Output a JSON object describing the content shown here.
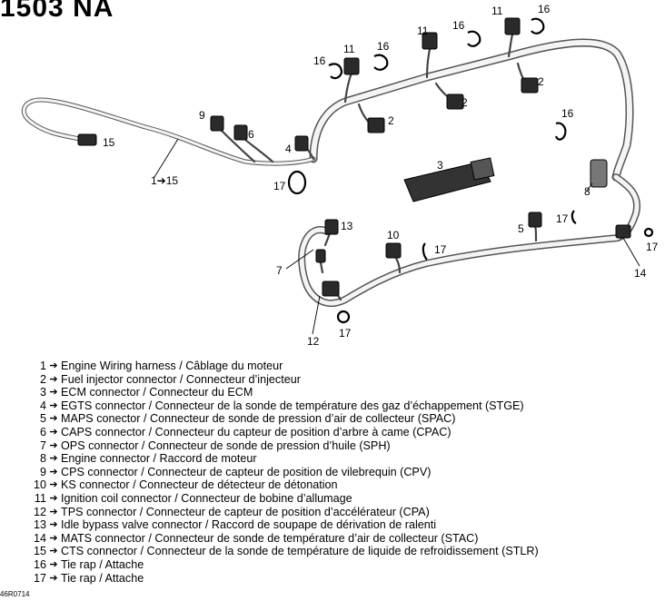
{
  "title": "1503 NA",
  "reference_code": "46R0714",
  "arrow_glyph": "➔",
  "diagram": {
    "callouts": [
      {
        "id": "c16a",
        "text": "16"
      },
      {
        "id": "c11a",
        "text": "11"
      },
      {
        "id": "c16b",
        "text": "16"
      },
      {
        "id": "c11b",
        "text": "11"
      },
      {
        "id": "c16c",
        "text": "16"
      },
      {
        "id": "c11c",
        "text": "11"
      },
      {
        "id": "c16d",
        "text": "16"
      },
      {
        "id": "c2a",
        "text": "2"
      },
      {
        "id": "c2b",
        "text": "2"
      },
      {
        "id": "c2c",
        "text": "2"
      },
      {
        "id": "c9",
        "text": "9"
      },
      {
        "id": "c6",
        "text": "6"
      },
      {
        "id": "c15",
        "text": "15"
      },
      {
        "id": "c4",
        "text": "4"
      },
      {
        "id": "c115",
        "text": "1➔15"
      },
      {
        "id": "c17a",
        "text": "17"
      },
      {
        "id": "c3",
        "text": "3"
      },
      {
        "id": "c16e",
        "text": "16"
      },
      {
        "id": "c8",
        "text": "8"
      },
      {
        "id": "c13",
        "text": "13"
      },
      {
        "id": "c10",
        "text": "10"
      },
      {
        "id": "c17b",
        "text": "17"
      },
      {
        "id": "c5",
        "text": "5"
      },
      {
        "id": "c17c",
        "text": "17"
      },
      {
        "id": "c7",
        "text": "7"
      },
      {
        "id": "c17d",
        "text": "17"
      },
      {
        "id": "c14",
        "text": "14"
      },
      {
        "id": "c12",
        "text": "12"
      },
      {
        "id": "c17e",
        "text": "17"
      }
    ]
  },
  "legend": [
    {
      "num": "1",
      "text": "Engine Wiring harness / Câblage du moteur"
    },
    {
      "num": "2",
      "text": "Fuel injector connector / Connecteur d’injecteur"
    },
    {
      "num": "3",
      "text": "ECM connector / Connecteur du ECM"
    },
    {
      "num": "4",
      "text": "EGTS connector / Connecteur de la sonde de température des gaz d’échappement (STGE)"
    },
    {
      "num": "5",
      "text": "MAPS conector / Connecteur de sonde de pression d’air de collecteur (SPAC)"
    },
    {
      "num": "6",
      "text": "CAPS connector / Connecteur du capteur de position d’arbre à came (CPAC)"
    },
    {
      "num": "7",
      "text": "OPS connector / Connecteur de sonde de pression d’huile (SPH)"
    },
    {
      "num": "8",
      "text": "Engine connector / Raccord de moteur"
    },
    {
      "num": "9",
      "text": "CPS connector / Connecteur de capteur de position de vilebrequin (CPV)"
    },
    {
      "num": "10",
      "text": "KS connector / Connecteur de détecteur de détonation"
    },
    {
      "num": "11",
      "text": "Ignition coil connector / Connecteur de bobine d’allumage"
    },
    {
      "num": "12",
      "text": "TPS connector / Connecteur de capteur de position d’accélérateur (CPA)"
    },
    {
      "num": "13",
      "text": "Idle bypass valve connector / Raccord de soupape de dérivation de ralenti"
    },
    {
      "num": "14",
      "text": "MATS connector / Connecteur de sonde de température d’air de collecteur (STAC)"
    },
    {
      "num": "15",
      "text": "CTS connector / Connecteur de la sonde de température de liquide de refroidissement (STLR)"
    },
    {
      "num": "16",
      "text": "Tie rap / Attache"
    },
    {
      "num": "17",
      "text": "Tie rap / Attache"
    }
  ]
}
